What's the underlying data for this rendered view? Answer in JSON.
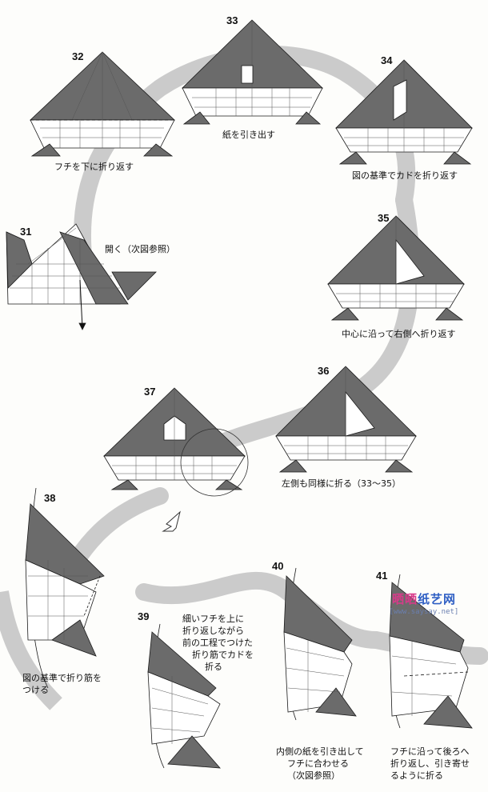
{
  "diagram": {
    "steps": [
      {
        "num": "31",
        "caption": "開く（次図参照）"
      },
      {
        "num": "32",
        "caption": "フチを下に折り返す"
      },
      {
        "num": "33",
        "caption": "紙を引き出す"
      },
      {
        "num": "34",
        "caption": "図の基準でカドを折り返す"
      },
      {
        "num": "35",
        "caption": "中心に沿って右側へ折り返す"
      },
      {
        "num": "36",
        "caption": "左側も同様に折る（33～35）"
      },
      {
        "num": "37",
        "caption": ""
      },
      {
        "num": "38",
        "caption_lines": [
          "図の基準で折り筋を",
          "つける"
        ]
      },
      {
        "num": "39",
        "caption_lines": [
          "細いフチを上に",
          "折り返しながら",
          "前の工程でつけた",
          "折り筋でカドを",
          "折る"
        ]
      },
      {
        "num": "40",
        "caption_lines": [
          "内側の紙を引き出して",
          "フチに合わせる",
          "（次図参照）"
        ]
      },
      {
        "num": "41",
        "caption_lines": [
          "フチに沿って後ろへ",
          "折り返し、引き寄せ",
          "るように折る"
        ]
      }
    ],
    "colors": {
      "paper_dark": "#6b6b6b",
      "paper_light": "#ffffff",
      "flow_path": "#c9c9c9",
      "line": "#1a1a1a"
    }
  },
  "watermark": {
    "brand_part1": "晒晒",
    "brand_part2": "纸艺网",
    "url": "[www.saysay.net]"
  }
}
